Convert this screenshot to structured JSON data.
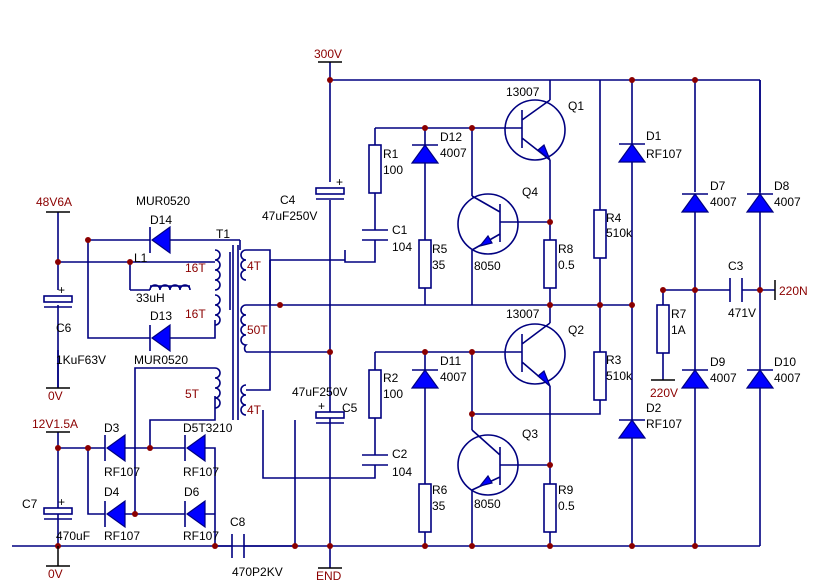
{
  "nets": {
    "hv": "300V",
    "gnd": "END",
    "out48": "48V6A",
    "out48_gnd": "0V",
    "out12": "12V1.5A",
    "out12_gnd": "0V",
    "ac_l": "220V",
    "ac_n": "220N"
  },
  "transformer": {
    "ref": "T1",
    "w_16a": "16T",
    "w_16b": "16T",
    "w_4a": "4T",
    "w_50": "50T",
    "w_4b": "4T",
    "w_5": "5T"
  },
  "components": {
    "Q1": {
      "ref": "Q1",
      "value": "13007"
    },
    "Q2": {
      "ref": "Q2",
      "value": "13007"
    },
    "Q3": {
      "ref": "Q3",
      "value": "8050"
    },
    "Q4": {
      "ref": "Q4",
      "value": "8050"
    },
    "R1": {
      "ref": "R1",
      "value": "100"
    },
    "R2": {
      "ref": "R2",
      "value": "100"
    },
    "R3": {
      "ref": "R3",
      "value": "510k"
    },
    "R4": {
      "ref": "R4",
      "value": "510k"
    },
    "R5": {
      "ref": "R5",
      "value": "35"
    },
    "R6": {
      "ref": "R6",
      "value": "35"
    },
    "R7": {
      "ref": "R7",
      "value": "1A"
    },
    "R8": {
      "ref": "R8",
      "value": "0.5"
    },
    "R9": {
      "ref": "R9",
      "value": "0.5"
    },
    "C1": {
      "ref": "C1",
      "value": "104"
    },
    "C2": {
      "ref": "C2",
      "value": "104"
    },
    "C3": {
      "ref": "C3",
      "value": "471V"
    },
    "C4": {
      "ref": "C4",
      "value": "47uF250V"
    },
    "C5": {
      "ref": "C5",
      "value": "47uF250V"
    },
    "C6": {
      "ref": "C6",
      "value": "1KuF63V"
    },
    "C7": {
      "ref": "C7",
      "value": "470uF"
    },
    "C8": {
      "ref": "C8",
      "value": "470P2KV"
    },
    "D1": {
      "ref": "D1",
      "value": "RF107"
    },
    "D2": {
      "ref": "D2",
      "value": "RF107"
    },
    "D3": {
      "ref": "D3",
      "value": "RF107"
    },
    "D4": {
      "ref": "D4",
      "value": "RF107"
    },
    "D5": {
      "ref": "D5",
      "value": "RF107",
      "text": "D5T3210"
    },
    "D6": {
      "ref": "D6",
      "value": "RF107"
    },
    "D7": {
      "ref": "D7",
      "value": "4007"
    },
    "D8": {
      "ref": "D8",
      "value": "4007"
    },
    "D9": {
      "ref": "D9",
      "value": "4007"
    },
    "D10": {
      "ref": "D10",
      "value": "4007"
    },
    "D11": {
      "ref": "D11",
      "value": "4007"
    },
    "D12": {
      "ref": "D12",
      "value": "4007"
    },
    "D13": {
      "ref": "D13",
      "value": "MUR0520"
    },
    "D14": {
      "ref": "D14",
      "value": "MUR0520"
    },
    "L1": {
      "ref": "L1",
      "value": "33uH"
    }
  },
  "colors": {
    "wire": "#000080",
    "fill": "#0000ff",
    "net_label": "#8b0000",
    "text": "#000000"
  }
}
